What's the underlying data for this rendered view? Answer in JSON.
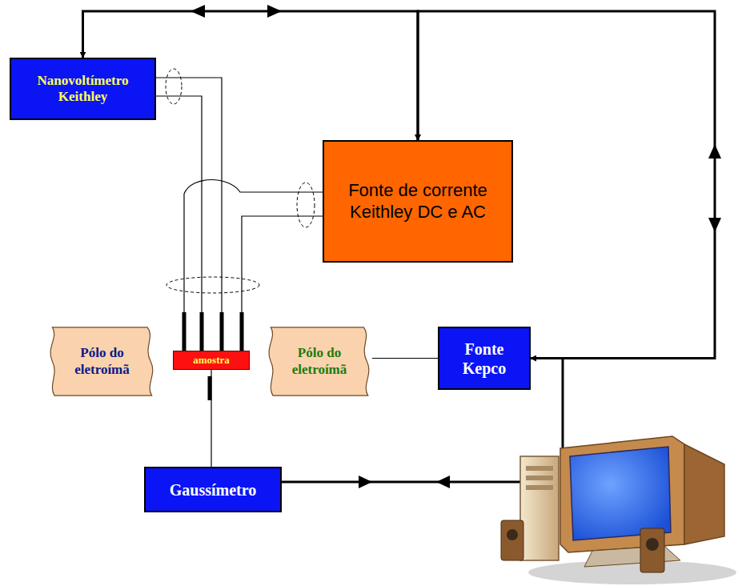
{
  "diagram": {
    "nodes": [
      {
        "text": [
          "Nanovoltímetro Keithley"
        ]
      },
      {
        "text": [
          "Fonte de corrente Keithley DC e AC"
        ]
      },
      {
        "text": [
          "Pólo do eletroímã"
        ]
      },
      {
        "text": [
          "amostra"
        ]
      },
      {
        "text": [
          "Pólo do eletroímã"
        ]
      },
      {
        "text": [
          "Fonte Kepco"
        ]
      },
      {
        "text": [
          "Gaussímetro"
        ]
      }
    ],
    "edges": [
      {
        "from": 0,
        "to": 1,
        "arrow": "both"
      },
      {
        "from": 1,
        "to": 5,
        "arrow": "both"
      },
      {
        "from": 0,
        "to": 3,
        "arrow": "none"
      },
      {
        "from": 1,
        "to": 3,
        "arrow": "none"
      },
      {
        "from": 5,
        "to": 4,
        "arrow": "none"
      },
      {
        "from": 6,
        "to": 3,
        "arrow": "none"
      }
    ]
  }
}
